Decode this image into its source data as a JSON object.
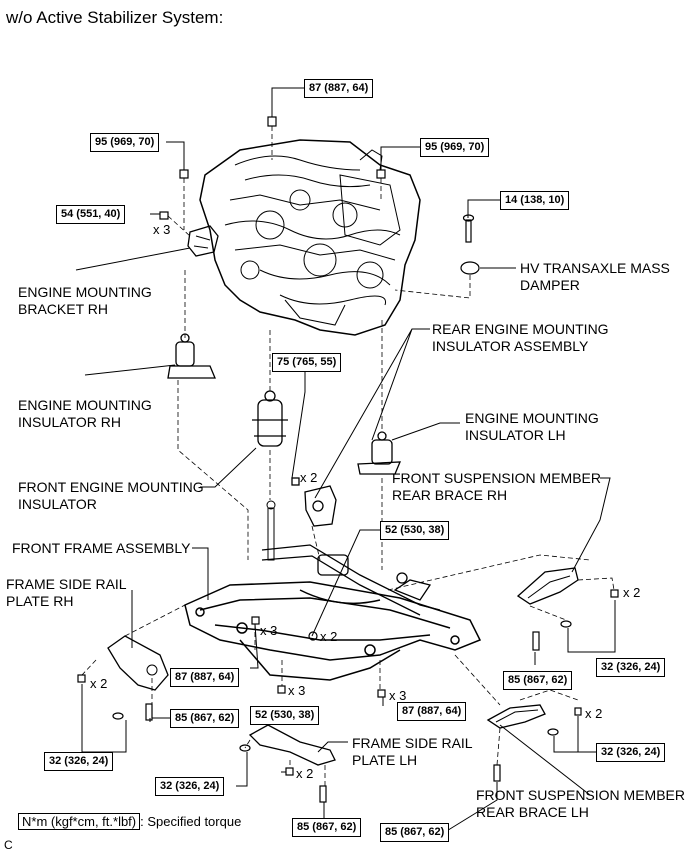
{
  "title": "w/o Active Stabilizer System:",
  "torques": {
    "t87_top": "87 (887, 64)",
    "t95_left": "95 (969, 70)",
    "t95_right": "95 (969, 70)",
    "t54": "54 (551, 40)",
    "t14": "14 (138, 10)",
    "t75": "75 (765, 55)",
    "t52_right": "52 (530, 38)",
    "t87_mid": "87 (887, 64)",
    "t85_right": "85 (867, 62)",
    "t32_right_upper": "32 (326, 24)",
    "t85_left": "85 (867, 62)",
    "t52_bottom": "52 (530, 38)",
    "t87_lower": "87 (887, 64)",
    "t32_right_lower": "32 (326, 24)",
    "t32_left": "32 (326, 24)",
    "t32_bottom": "32 (326, 24)",
    "t85_bottom_left": "85 (867, 62)",
    "t85_bottom": "85 (867, 62)"
  },
  "labels": {
    "hv_damper_1": "HV TRANSAXLE MASS",
    "hv_damper_2": "DAMPER",
    "bracket_rh_1": "ENGINE MOUNTING",
    "bracket_rh_2": "BRACKET RH",
    "rear_insulator_1": "REAR ENGINE MOUNTING",
    "rear_insulator_2": "INSULATOR ASSEMBLY",
    "insulator_rh_1": "ENGINE MOUNTING",
    "insulator_rh_2": "INSULATOR RH",
    "insulator_lh_1": "ENGINE MOUNTING",
    "insulator_lh_2": "INSULATOR LH",
    "front_susp_rh_1": "FRONT SUSPENSION MEMBER",
    "front_susp_rh_2": "REAR BRACE RH",
    "front_insulator_1": "FRONT ENGINE MOUNTING",
    "front_insulator_2": "INSULATOR",
    "front_frame": "FRONT FRAME ASSEMBLY",
    "frame_rail_rh_1": "FRAME SIDE RAIL",
    "frame_rail_rh_2": "PLATE RH",
    "frame_rail_lh_1": "FRAME SIDE RAIL",
    "frame_rail_lh_2": "PLATE LH",
    "front_susp_lh_1": "FRONT SUSPENSION MEMBER",
    "front_susp_lh_2": "REAR BRACE LH"
  },
  "quantities": {
    "q54": "x 3",
    "q75": "x 2",
    "q52": "x 2",
    "q87_mid": "x 3",
    "q32_right": "x 2",
    "q32_left": "x 2",
    "q87_center": "x 3",
    "q87_lower": "x 3",
    "q32_lower_right": "x 2",
    "q32_bottom": "x 2"
  },
  "legend": {
    "unit": "N*m (kgf*cm, ft.*lbf)",
    "text": ": Specified torque"
  },
  "figure_mark": "C"
}
